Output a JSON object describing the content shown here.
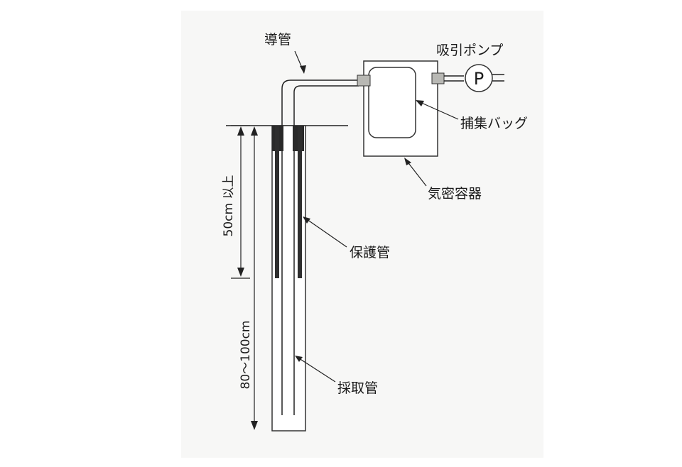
{
  "labels": {
    "conduit_tube": "導管",
    "suction_pump": "吸引ポンプ",
    "pump_symbol": "P",
    "collection_bag": "捕集バッグ",
    "airtight_container": "気密容器",
    "protective_tube": "保護管",
    "sampling_tube": "採取管"
  },
  "dimensions": {
    "upper": "50cm 以上",
    "lower": "80～100cm"
  }
}
